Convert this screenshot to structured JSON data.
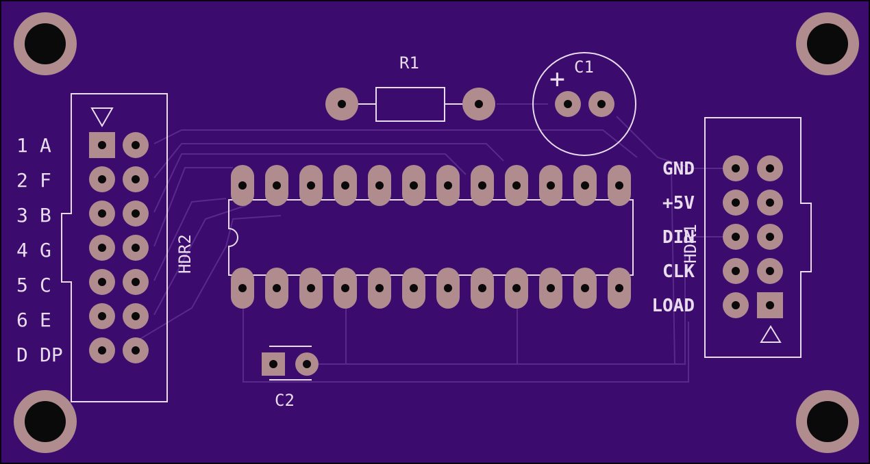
{
  "colors": {
    "board": "#3b0b6e",
    "silkscreen": "#e8dced",
    "copper_pad": "#b08c8e",
    "trace": "#5a2a8a",
    "drill": "#0a0a0a"
  },
  "designators": {
    "r1": "R1",
    "c1": "C1",
    "c2": "C2",
    "hdr1": "HDR1",
    "hdr2": "HDR2",
    "c1_polarity": "+"
  },
  "hdr2_labels": {
    "numbers": [
      "1",
      "2",
      "3",
      "4",
      "5",
      "6",
      "D"
    ],
    "segments": [
      "A",
      "F",
      "B",
      "G",
      "C",
      "E",
      "DP"
    ]
  },
  "hdr1_labels": [
    "GND",
    "+5V",
    "DIN",
    "CLK",
    "LOAD"
  ]
}
